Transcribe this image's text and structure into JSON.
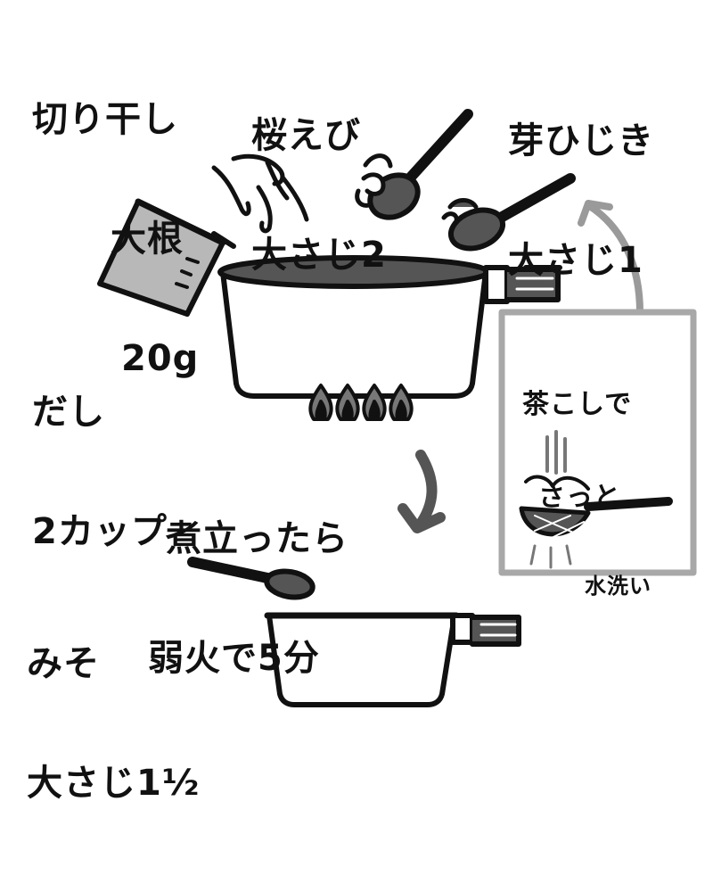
{
  "colors": {
    "ink": "#111111",
    "gray_fill": "#b8b8b8",
    "dark_fill": "#555555",
    "flame": "#777777",
    "arrow_gray": "#9a9a9a",
    "box_gray": "#a8a8a8"
  },
  "ingredients": {
    "kiriboshi": {
      "line1": "切り干し",
      "line2": "大根",
      "line3": "20g"
    },
    "sakuraebi": {
      "line1": "桜えび",
      "line2": "大さじ2"
    },
    "mehijiki": {
      "line1": "芽ひじき",
      "line2": "大さじ1"
    },
    "dashi": {
      "line1": "だし",
      "line2": "2カップ"
    },
    "miso": {
      "line1": "みそ",
      "line2": "大さじ1½"
    }
  },
  "step": {
    "line1": "煮立ったら",
    "line2": "弱火で5分"
  },
  "note": {
    "line1": "茶こしで",
    "line2": "さっと",
    "line3": "水洗い"
  }
}
